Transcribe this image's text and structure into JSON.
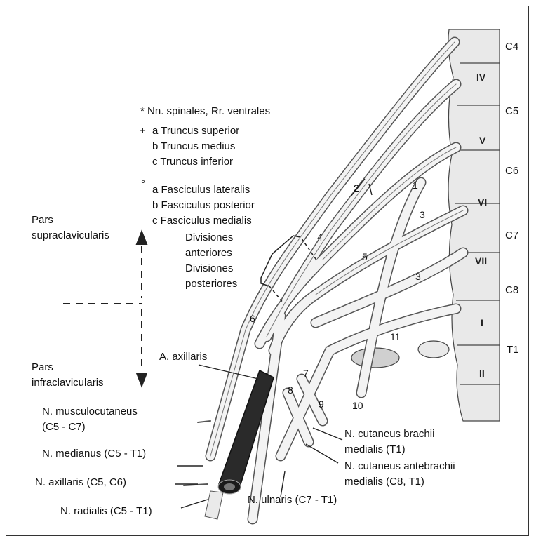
{
  "legend": {
    "star_symbol": "*",
    "star_text": "Nn. spinales, Rr. ventrales",
    "plus_symbol": "+",
    "truncus_a": "a Truncus superior",
    "truncus_b": "b Truncus medius",
    "truncus_c": "c Truncus inferior",
    "circle_symbol": "°",
    "fasc_a": "a Fasciculus lateralis",
    "fasc_b": "b Fasciculus posterior",
    "fasc_c": "c Fasciculus medialis"
  },
  "divisions": {
    "ant_1": "Divisiones",
    "ant_2": "anteriores",
    "post_1": "Divisiones",
    "post_2": "posteriores"
  },
  "parts": {
    "supra_1": "Pars",
    "supra_2": "supraclavicularis",
    "infra_1": "Pars",
    "infra_2": "infraclavicularis"
  },
  "segments": [
    "C4",
    "C5",
    "C6",
    "C7",
    "C8",
    "T1"
  ],
  "vertebrae": [
    "IV",
    "V",
    "VI",
    "VII",
    "I",
    "II"
  ],
  "numbers": [
    "1",
    "2",
    "3",
    "3",
    "4",
    "5",
    "6",
    "7",
    "8",
    "9",
    "10",
    "11"
  ],
  "labels": {
    "axillaris_artery": "A. axillaris",
    "musculo_1": "N. musculocutaneus",
    "musculo_2": "(C5 - C7)",
    "medianus": "N. medianus (C5 - T1)",
    "axillaris_nerve": "N. axillaris (C5, C6)",
    "radialis": "N. radialis (C5 - T1)",
    "ulnaris": "N. ulnaris (C7 - T1)",
    "cut_brachii_1": "N. cutaneus brachii",
    "cut_brachii_2": "medialis (T1)",
    "cut_antebrachii_1": "N. cutaneus antebrachii",
    "cut_antebrachii_2": "medialis (C8, T1)"
  }
}
